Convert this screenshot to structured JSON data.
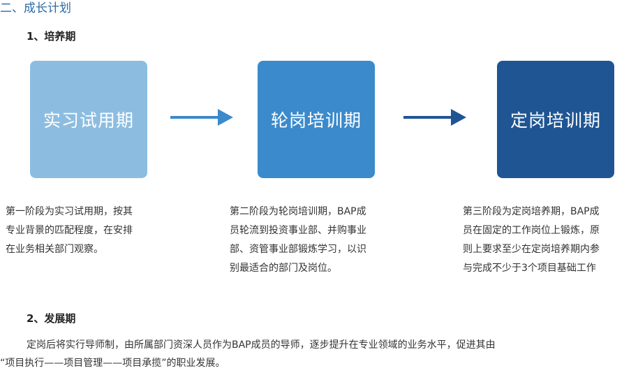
{
  "section": {
    "title": "二、成长计划"
  },
  "phase1": {
    "title": "1、培养期"
  },
  "stages": [
    {
      "label": "实习试用期",
      "color": "#8cbde1"
    },
    {
      "label": "轮岗培训期",
      "color": "#3b8acb"
    },
    {
      "label": "定岗培训期",
      "color": "#1f5593"
    }
  ],
  "arrows": [
    {
      "icon": "right-arrow-icon",
      "color": "#3b8acb"
    },
    {
      "icon": "right-arrow-icon",
      "color": "#1f5593"
    }
  ],
  "descriptions": [
    {
      "lines": [
        " 第一阶段为实习试用期，按其",
        "专业背景的匹配程度，在安排",
        "在业务相关部门观察。"
      ]
    },
    {
      "lines": [
        "第二阶段为轮岗培训期，BAP成",
        "员轮流到投资事业部、并购事业",
        "部、资管事业部锻炼学习，以识",
        "别最适合的部门及岗位。"
      ]
    },
    {
      "lines": [
        "第三阶段为定岗培养期，BAP成",
        "员在固定的工作岗位上锻炼，原",
        "则上要求至少在定岗培养期内参",
        "与完成不少于3个项目基础工作"
      ]
    }
  ],
  "phase2": {
    "title": "2、发展期",
    "line1": "定岗后将实行导师制，由所属部门资深人员作为BAP成员的导师，逐步提升在专业领域的业务水平，促进其由",
    "line2": "“项目执行——项目管理——项目承揽”的职业发展。"
  }
}
